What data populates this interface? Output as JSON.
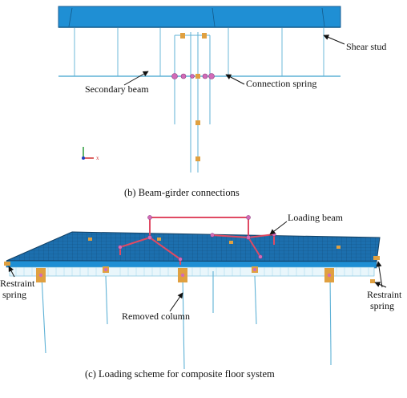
{
  "panel_b": {
    "caption": "(b) Beam-girder connections",
    "labels": {
      "shear_stud": "Shear stud",
      "secondary_beam": "Secondary beam",
      "connection_spring": "Connection spring"
    },
    "axis_x": "x"
  },
  "panel_c": {
    "caption": "(c) Loading scheme for composite floor system",
    "labels": {
      "loading_beam": "Loading beam",
      "restraint_spring_left": [
        "Restraint",
        "spring"
      ],
      "restraint_spring_right": [
        "Restraint",
        "spring"
      ],
      "removed_column": "Removed column"
    }
  },
  "colors": {
    "slab": "#1f8fd4",
    "slab_dark": "#1b5f96",
    "steel": "#5fb2d6",
    "spring": "#e0a040",
    "connector": "#d26ab8",
    "loading_beam": "#e04a63",
    "axis_y": "#2a9a3a",
    "axis_z": "#2040c0",
    "axis_x": "#d03030"
  }
}
